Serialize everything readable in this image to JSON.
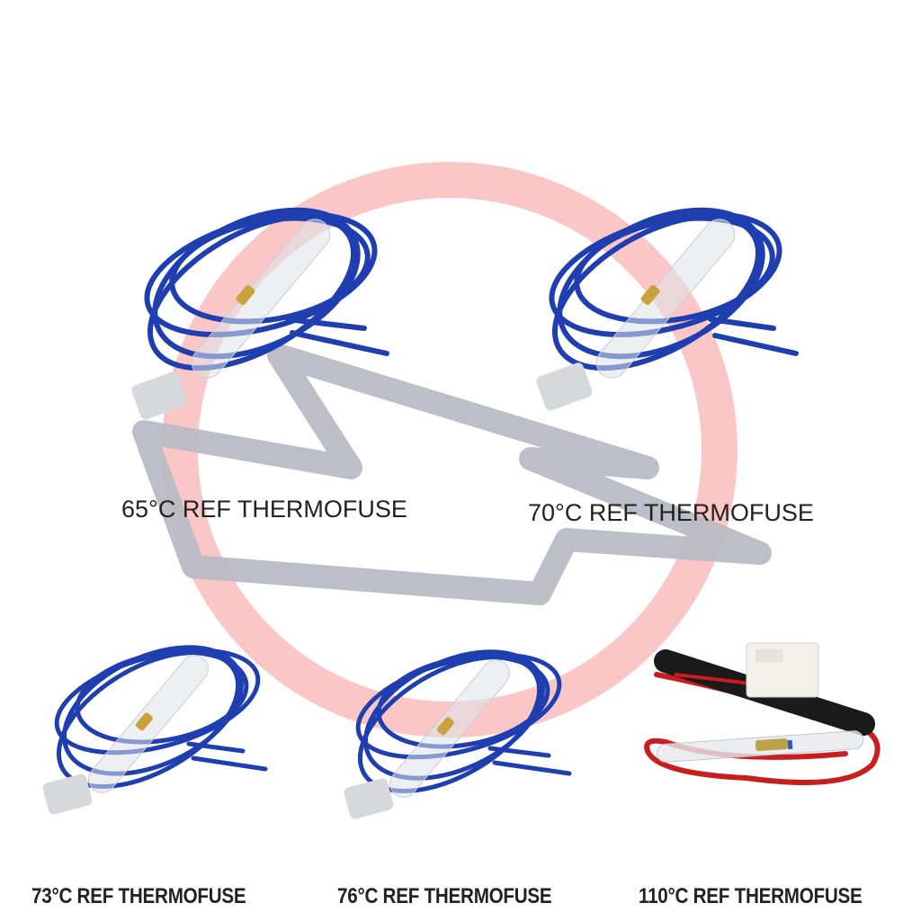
{
  "watermark": {
    "ring_color": "#f9b8b8",
    "bolt_color": "#b9bbc4"
  },
  "products": [
    {
      "label": "65°C REF THERMOFUSE",
      "wire_color": "#1f3fb0",
      "type": "blue-wire-glass-tube"
    },
    {
      "label": "70°C REF THERMOFUSE",
      "wire_color": "#1f3fb0",
      "type": "blue-wire-glass-tube"
    },
    {
      "label": "73°C REF THERMOFUSE",
      "wire_color": "#1f3fb0",
      "type": "blue-wire-glass-tube"
    },
    {
      "label": "76°C REF THERMOFUSE",
      "wire_color": "#1f3fb0",
      "type": "blue-wire-glass-tube"
    },
    {
      "label": "110°C REF THERMOFUSE",
      "wire_color": "#c81e1e",
      "type": "red-wire-with-connector"
    }
  ]
}
